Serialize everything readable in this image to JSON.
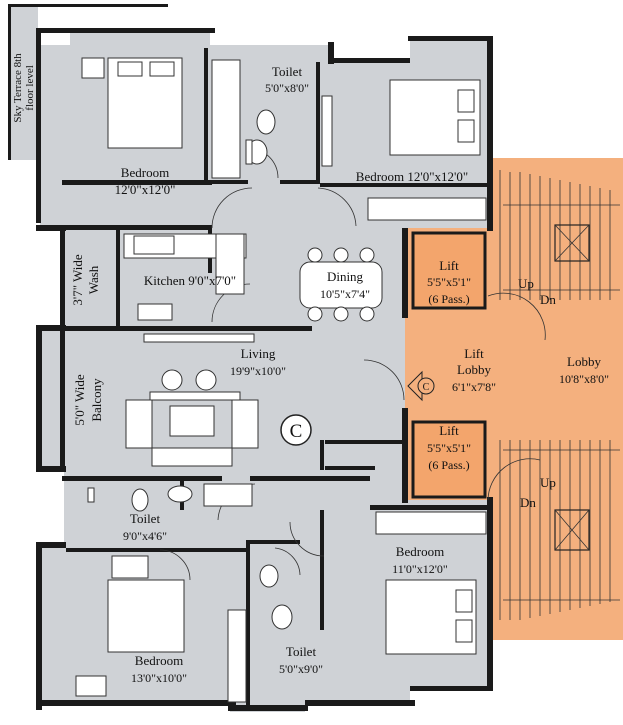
{
  "colors": {
    "floor": "#cfd2d6",
    "core": "#f4b07e",
    "lift": "#f3a56c",
    "wall": "#1a1a1a",
    "fixture": "#ffffff"
  },
  "rooms": {
    "sky_terrace": {
      "line1": "Sky Terrace 8th",
      "line2": "floor level"
    },
    "bedroom_nw": {
      "name": "Bedroom",
      "size": "12'0\"x12'0\""
    },
    "toilet_top": {
      "name": "Toilet",
      "size": "5'0\"x8'0\""
    },
    "bedroom_ne": {
      "name": "Bedroom 12'0\"x12'0\""
    },
    "wash": {
      "line1": "3'7\" Wide",
      "line2": "Wash"
    },
    "kitchen": {
      "name": "Kitchen 9'0\"x7'0\""
    },
    "dining": {
      "name": "Dining",
      "size": "10'5\"x7'4\""
    },
    "balcony": {
      "line1": "5'0\" Wide",
      "line2": "Balcony"
    },
    "living": {
      "name": "Living",
      "size": "19'9\"x10'0\""
    },
    "lift_top": {
      "name": "Lift",
      "size": "5'5\"x5'1\"",
      "cap": "(6 Pass.)"
    },
    "lift_lobby": {
      "name": "Lift",
      "line2": "Lobby",
      "size": "6'1\"x7'8\""
    },
    "lift_bottom": {
      "name": "Lift",
      "size": "5'5\"x5'1\"",
      "cap": "(6 Pass.)"
    },
    "lobby": {
      "name": "Lobby",
      "size": "10'8\"x8'0\""
    },
    "toilet_sw": {
      "name": "Toilet",
      "size": "9'0\"x4'6\""
    },
    "bedroom_se": {
      "name": "Bedroom",
      "size": "11'0\"x12'0\""
    },
    "bedroom_sw": {
      "name": "Bedroom",
      "size": "13'0\"x10'0\""
    },
    "toilet_bottom": {
      "name": "Toilet",
      "size": "5'0\"x9'0\""
    }
  },
  "stairs": {
    "top_up": "Up",
    "top_dn": "Dn",
    "bottom_up": "Up",
    "bottom_dn": "Dn"
  },
  "symbols": {
    "unit_mark": "C",
    "lobby_mark": "C"
  }
}
